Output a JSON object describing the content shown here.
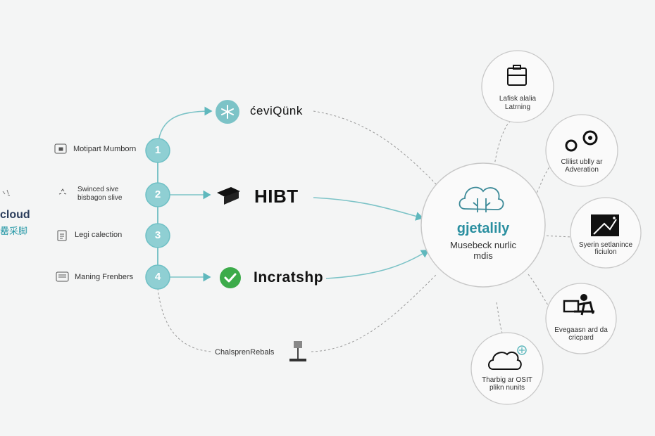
{
  "brand": {
    "name": "cloud",
    "subtitle": "罍采脚"
  },
  "steps": [
    {
      "number": "1",
      "label": "Motipart Mumborn"
    },
    {
      "number": "2",
      "label": "Swinced sive bisbagon slive"
    },
    {
      "number": "3",
      "label": "Legi calection"
    },
    {
      "number": "4",
      "label": "Maning Frenbers"
    }
  ],
  "nodes": {
    "top": "ćeviQünk",
    "middle": "HIBT",
    "lower": "Incratshp",
    "bottom": "ChalsprenRebals"
  },
  "hub": {
    "title": "gjetalily",
    "subtitle_line1": "Musebeck nurlic",
    "subtitle_line2": "mdis"
  },
  "satellites": [
    {
      "icon": "briefcase-icon",
      "line1": "Lafisk alalia",
      "line2": "Latrning"
    },
    {
      "icon": "gears-icon",
      "line1": "Clilist ublly ar",
      "line2": "Adveration"
    },
    {
      "icon": "image-icon",
      "line1": "Syerin setlanince",
      "line2": "ficiulon"
    },
    {
      "icon": "person-desk-icon",
      "line1": "Evegaasn ard da",
      "line2": "cricpard"
    },
    {
      "icon": "cloud-gear-icon",
      "line1": "Tharbig ar OSIT",
      "line2": "plikn nunits"
    }
  ],
  "colors": {
    "accent": "#5fb8bd",
    "step_circle": "#8fcfd3",
    "line": "#7cc3c7",
    "dashed": "#9a9a9a",
    "check": "#3cab4a"
  }
}
